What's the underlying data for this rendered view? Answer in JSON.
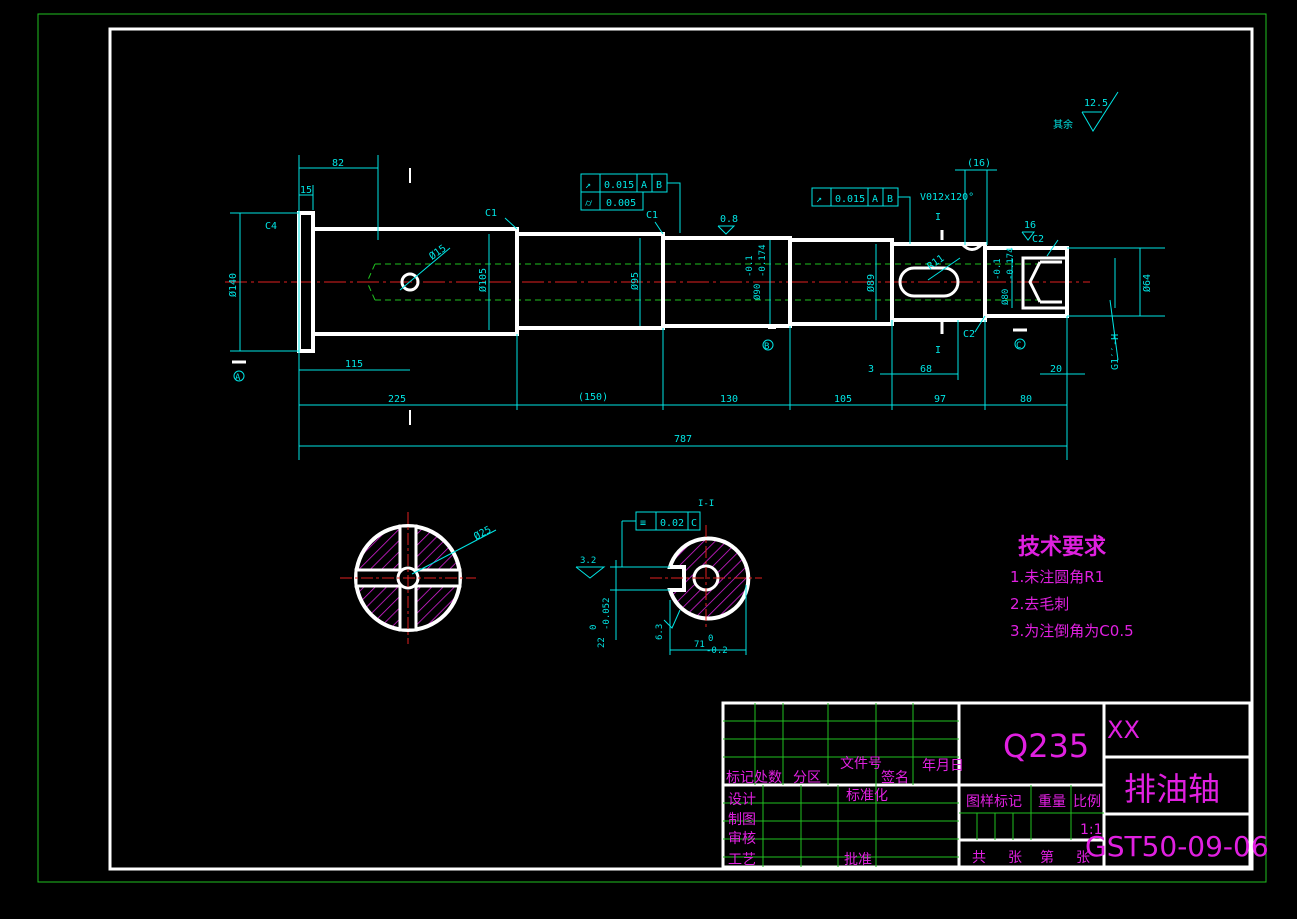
{
  "roughness": {
    "value": "12.5",
    "label": "其余"
  },
  "dims": {
    "d82": "82",
    "d15": "15",
    "c4": "C4",
    "c1a": "C1",
    "c1b": "C1",
    "phi140": "Ø140",
    "phi15": "Ø15",
    "phi105": "Ø105",
    "phi95": "Ø95",
    "phi90": "Ø90",
    "tol90": "-0.1",
    "tol90b": "-0.174",
    "phi89": "Ø89",
    "phi80": "Ø80",
    "tol80": "-0.1",
    "tol80b": "-0.174",
    "d64": "Ø64",
    "r11": "R11",
    "c2a": "C2",
    "c2b": "C2",
    "vv": "V012x120°",
    "d16p": "(16)",
    "d16": "16",
    "d08": "0.8",
    "g1": "G1′′-H",
    "d115": "115",
    "d3": "3",
    "d68": "68",
    "d20": "20",
    "d225": "225",
    "d150": "(150)",
    "d130": "130",
    "d105": "105",
    "d97": "97",
    "d80": "80",
    "d787": "787",
    "ix": "I",
    "ix2": "I",
    "datumA": "A",
    "datumB": "B",
    "datumC": "C"
  },
  "gdt": {
    "g1": {
      "sym": "↗",
      "val": "0.015",
      "ref1": "A",
      "ref2": "B"
    },
    "g2": {
      "sym": "⌭",
      "val": "0.005"
    },
    "g3": {
      "sym": "↗",
      "val": "0.015",
      "ref1": "A",
      "ref2": "B"
    },
    "g4": {
      "sym": "≡",
      "val": "0.02",
      "ref1": "C"
    }
  },
  "section": {
    "title": "I-I",
    "r32": "3.2",
    "r63": "6.3",
    "d22": "22",
    "tol22": "0",
    "tol22b": "-0.052",
    "d71": "71",
    "tol71": "0",
    "tol71b": "-0.2",
    "phi25": "Ø25"
  },
  "tech": {
    "title": "技术要求",
    "items": [
      "1.未注圆角R1",
      "2.去毛刺",
      "3.为注倒角为C0.5"
    ]
  },
  "titleblock": {
    "material": "Q235",
    "company": "XX",
    "part_name": "排油轴",
    "drawing_no": "GST50-09-06",
    "h_mark": "标记",
    "h_count": "处数",
    "h_zone": "分区",
    "h_docno": "文件号",
    "h_sign": "签名",
    "h_date": "年月日",
    "h_std": "标准化",
    "h_design": "设计",
    "h_draw": "制图",
    "h_review": "审核",
    "h_process": "工艺",
    "h_approve": "批准",
    "h_stage": "图样标记",
    "h_weight": "重量",
    "h_scale": "比例",
    "scale": "1:1",
    "total": "共",
    "sheets": "张",
    "di": "第",
    "sheet": "张"
  },
  "colors": {
    "outline": "#ffffff",
    "dim": "#00e5e5",
    "center": "#e02020",
    "hidden": "#20c020",
    "hatch": "#e020e0",
    "text": "#e020e0",
    "frame": "#20c020"
  }
}
